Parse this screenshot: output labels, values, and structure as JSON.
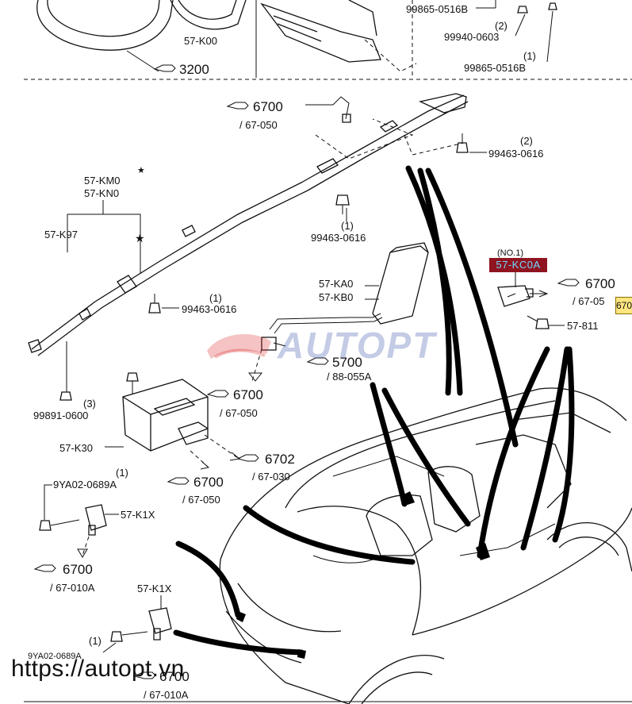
{
  "labels": {
    "top_left_part": "57-K00",
    "top_left_ref": "3200",
    "top_right_1": "99865-0516B",
    "top_right_2_qty": "(2)",
    "top_right_2": "99940-0603",
    "top_right_3_qty": "(1)",
    "top_right_3": "99865-0516B",
    "curtain_ref_1": "6700",
    "curtain_ref_1_sub": "/ 67-050",
    "bolt_qty_a": "(2)",
    "bolt_a": "99463-0616",
    "curtain_km0": "57-KM0",
    "curtain_kn0": "57-KN0",
    "curtain_k97": "57-K97",
    "bolt_qty_b": "(1)",
    "bolt_b": "99463-0616",
    "bolt_qty_c": "(1)",
    "bolt_c": "99463-0616",
    "seat_ka0": "57-KA0",
    "seat_kb0": "57-KB0",
    "sensor_no": "(NO.1)",
    "sensor_kc0a": "57-KC0A",
    "sensor_ref": "6700",
    "sensor_ref_sub": "/ 67-05",
    "sensor_tag": "670",
    "sensor_bolt": "57-811",
    "seat_ref": "5700",
    "seat_ref_sub": "/ 88-055A",
    "connector_ref": "6700",
    "connector_ref_sub": "/ 67-050",
    "nut_qty": "(3)",
    "nut": "99891-0600",
    "module": "57-K30",
    "module_ref_a": "6702",
    "module_ref_a_sub": "/ 67-030",
    "module_ref_b": "6700",
    "module_ref_b_sub": "/ 67-050",
    "front_bolt_qty_a": "(1)",
    "front_bolt_a": "9YA02-0689A",
    "front_sensor_a": "57-K1X",
    "front_ref_a": "6700",
    "front_ref_a_sub": "/ 67-010A",
    "front_sensor_b": "57-K1X",
    "front_bolt_qty_b": "(1)",
    "front_bolt_b": "9YA02-0689A",
    "front_ref_b": "6700",
    "front_ref_b_sub": "/ 67-010A",
    "logo": "AUTOPT",
    "watermark": "https://autopt.vn"
  }
}
